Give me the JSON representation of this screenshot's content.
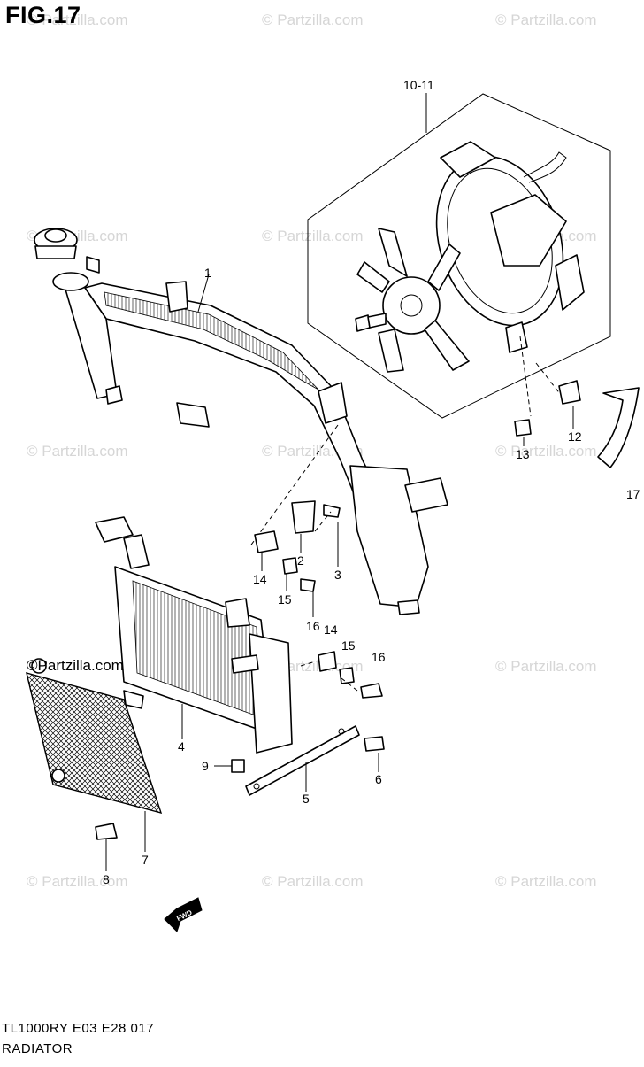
{
  "figure_title": "FIG.17",
  "footer": {
    "code": "TL1000RY E03 E28 017",
    "name": "RADIATOR"
  },
  "watermark": {
    "text": "© Partzilla.com",
    "stamp_text": "©Partzilla.com"
  },
  "callouts": {
    "c1": "1",
    "c2": "2",
    "c3": "3",
    "c4": "4",
    "c5": "5",
    "c6": "6",
    "c7": "7",
    "c8": "8",
    "c9": "9",
    "c10_11": "10-11",
    "c12": "12",
    "c13": "13",
    "c14a": "14",
    "c14b": "14",
    "c15a": "15",
    "c15b": "15",
    "c16a": "16",
    "c16b": "16",
    "c17": "17"
  },
  "fwd_label": "FWD",
  "colors": {
    "ink": "#000000",
    "watermark": "#d6d6d6",
    "background": "#ffffff"
  }
}
